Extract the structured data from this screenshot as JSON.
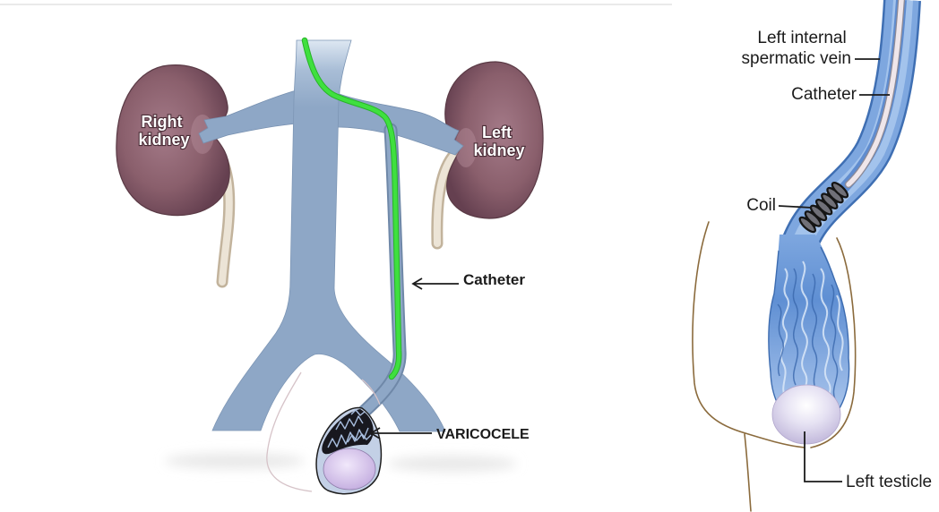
{
  "left_panel": {
    "right_kidney_label": [
      "Right",
      "kidney"
    ],
    "left_kidney_label": [
      "Left",
      "kidney"
    ],
    "catheter_label": "Catheter",
    "varicocele_label": "VARICOCELE"
  },
  "right_panel": {
    "spermatic_vein_label": [
      "Left internal",
      "spermatic vein"
    ],
    "catheter_label": "Catheter",
    "coil_label": "Coil",
    "testicle_label": "Left testicle"
  },
  "colors": {
    "vein": "#8ea7c6",
    "catheter_left": "#3fe03f",
    "varicocele_label": "#d32a2a",
    "body_outline": "#8b6b3d",
    "ureter": "#ece4d6"
  }
}
